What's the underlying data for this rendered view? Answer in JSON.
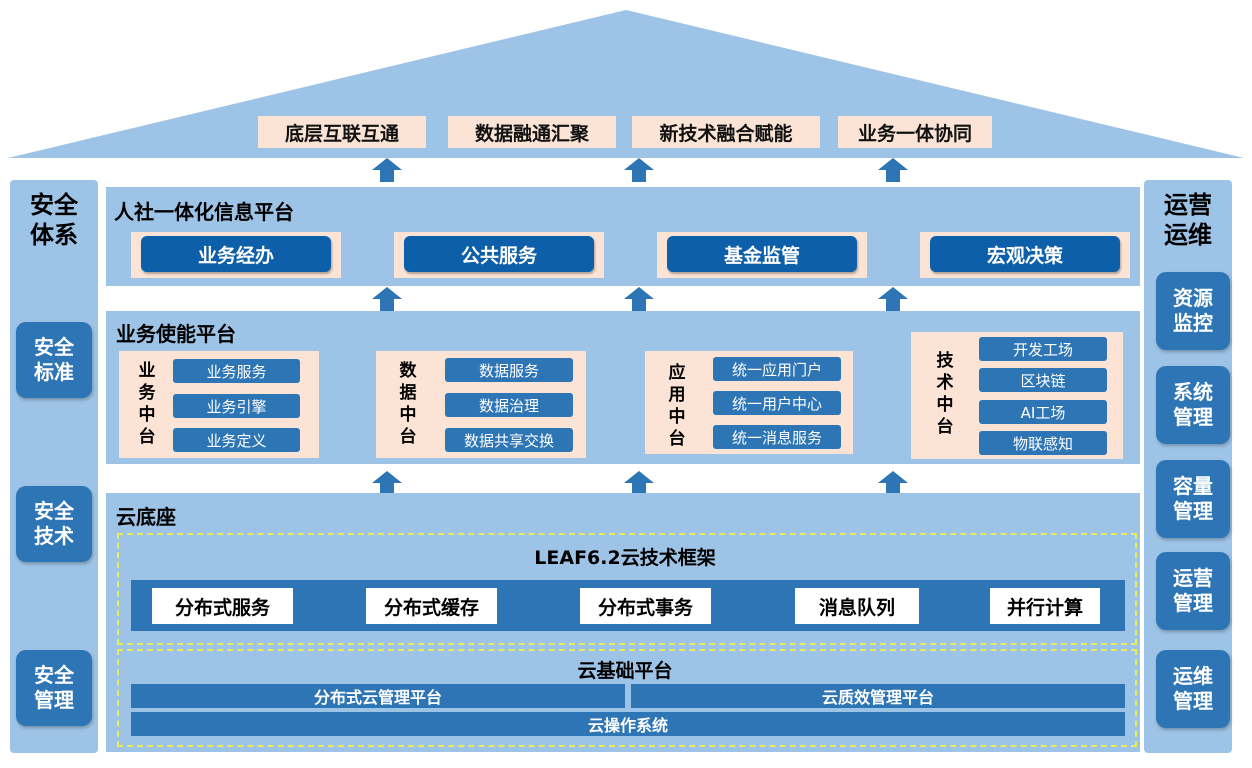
{
  "roof": {
    "items": [
      "底层互联互通",
      "数据融通汇聚",
      "新技术融合赋能",
      "业务一体协同"
    ]
  },
  "left": {
    "title": [
      "安全",
      "体系"
    ],
    "boxes": [
      [
        "安全",
        "标准"
      ],
      [
        "安全",
        "技术"
      ],
      [
        "安全",
        "管理"
      ]
    ]
  },
  "right": {
    "title": [
      "运营",
      "运维"
    ],
    "boxes": [
      [
        "资源",
        "监控"
      ],
      [
        "系统",
        "管理"
      ],
      [
        "容量",
        "管理"
      ],
      [
        "运营",
        "管理"
      ],
      [
        "运维",
        "管理"
      ]
    ]
  },
  "top_platform": {
    "title": "人社一体化信息平台",
    "items": [
      "业务经办",
      "公共服务",
      "基金监管",
      "宏观决策"
    ]
  },
  "mid_platform": {
    "title": "业务使能平台",
    "groups": [
      {
        "label": [
          "业",
          "务",
          "中",
          "台"
        ],
        "items": [
          "业务服务",
          "业务引擎",
          "业务定义"
        ]
      },
      {
        "label": [
          "数",
          "据",
          "中",
          "台"
        ],
        "items": [
          "数据服务",
          "数据治理",
          "数据共享交换"
        ]
      },
      {
        "label": [
          "应",
          "用",
          "中",
          "台"
        ],
        "items": [
          "统一应用门户",
          "统一用户中心",
          "统一消息服务"
        ]
      },
      {
        "label": [
          "技",
          "术",
          "中",
          "台"
        ],
        "items": [
          "开发工场",
          "区块链",
          "AI工场",
          "物联感知"
        ]
      }
    ]
  },
  "cloud": {
    "title": "云底座",
    "leaf": {
      "title": "LEAF6.2云技术框架",
      "items": [
        "分布式服务",
        "分布式缓存",
        "分布式事务",
        "消息队列",
        "并行计算"
      ]
    },
    "base": {
      "title": "云基础平台",
      "left": "分布式云管理平台",
      "right": "云质效管理平台",
      "bottom": "云操作系统"
    }
  },
  "colors": {
    "light_blue": "#9dc3e6",
    "mid_blue": "#2e75b6",
    "dark_blue": "#0c5fa8",
    "peach": "#fbe4d5",
    "dash_yellow": "#e8ec5a"
  }
}
